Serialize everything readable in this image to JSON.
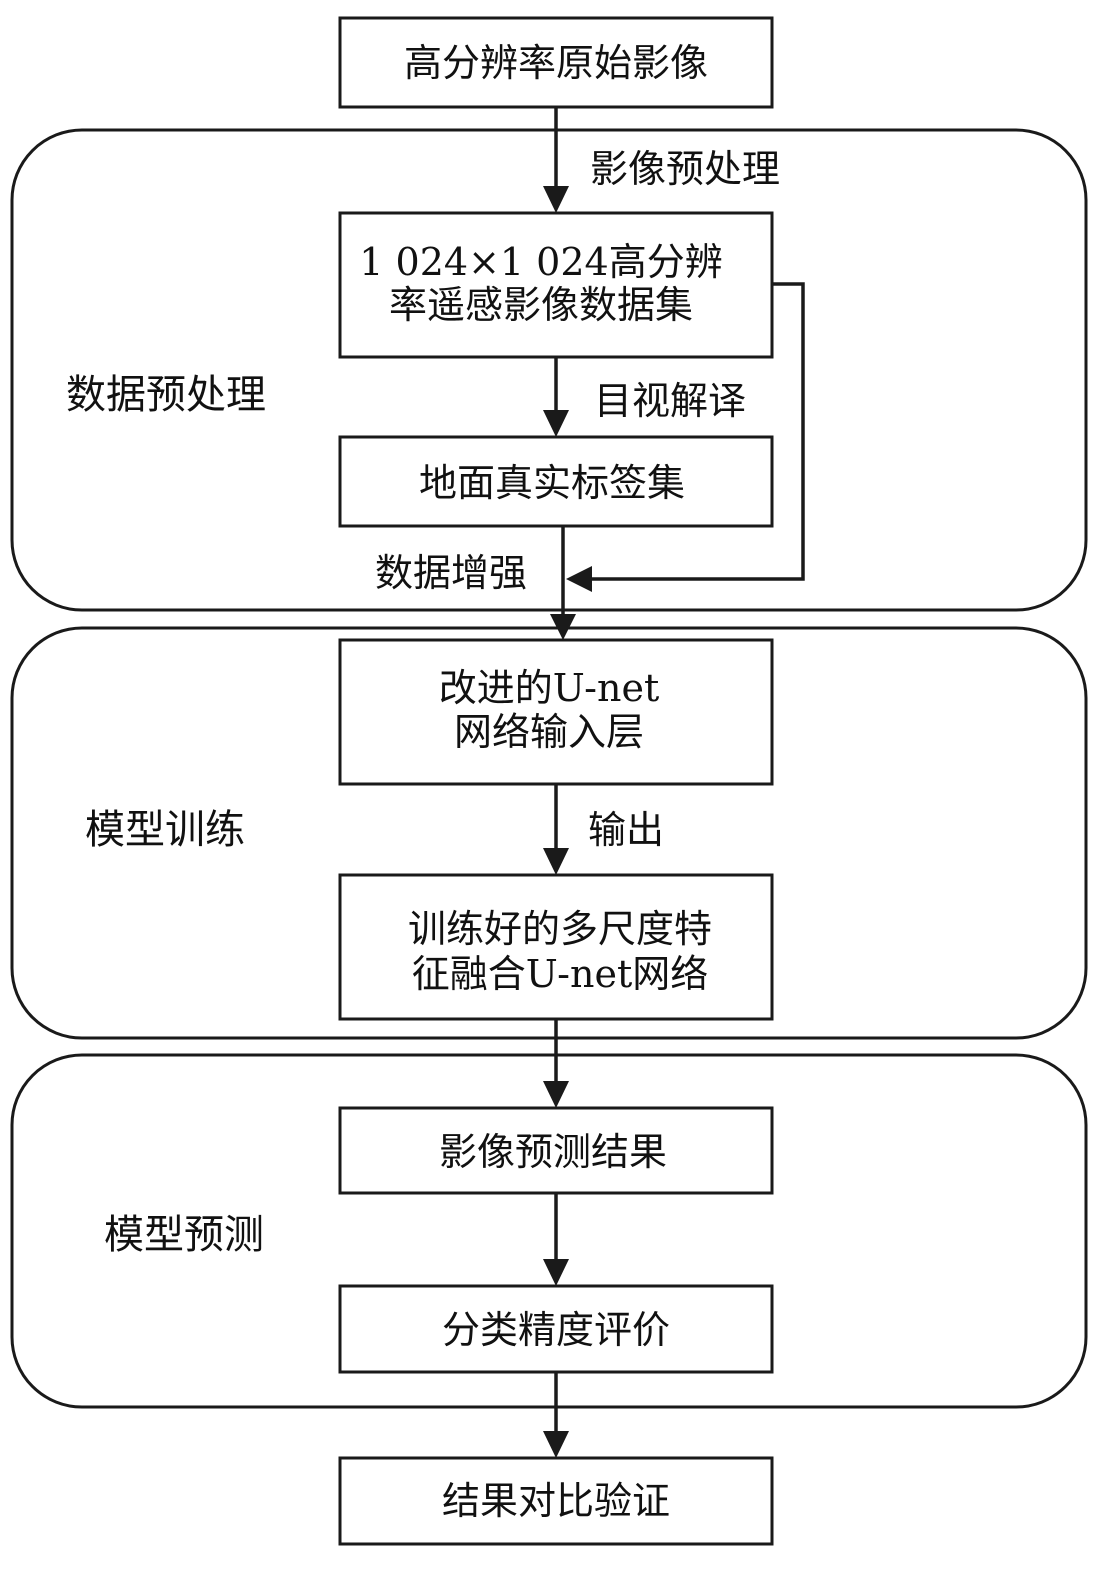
{
  "groups": {
    "preprocess": "数据预处理",
    "training": "模型训练",
    "prediction": "模型预测"
  },
  "nodes": {
    "raw_image": "高分辨率原始影像",
    "dataset": [
      "1 024×1 024高分辨",
      "率遥感影像数据集"
    ],
    "labels": "地面真实标签集",
    "unet_input": [
      "改进的U-net",
      "网络输入层"
    ],
    "trained_unet": [
      "训练好的多尺度特",
      "征融合U-net网络"
    ],
    "prediction_result": "影像预测结果",
    "accuracy_eval": "分类精度评价",
    "comparison": "结果对比验证"
  },
  "edges": {
    "preprocessing": "影像预处理",
    "interpretation": "目视解译",
    "augmentation": "数据增强",
    "output": "输出"
  }
}
